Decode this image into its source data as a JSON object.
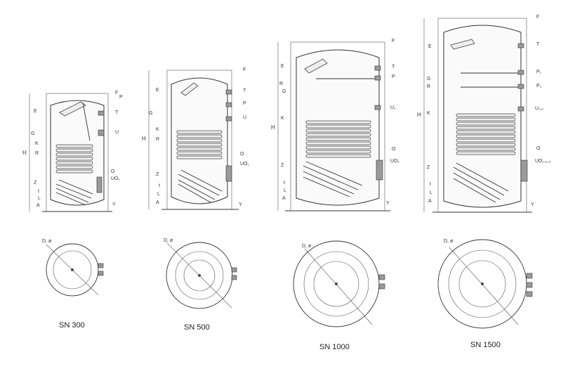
{
  "models": [
    {
      "caption": "SN 300",
      "side_labels": {
        "F": "F",
        "P": "P",
        "T": "T",
        "U": "U",
        "O": "O",
        "UO": "UO₁",
        "Y": "Y",
        "E": "E",
        "G": "G",
        "K": "K",
        "R": "R",
        "Z": "Z",
        "t": "t",
        "L": "L",
        "A": "A",
        "H": "H"
      },
      "plan_label": "D, ø"
    },
    {
      "caption": "SN 500",
      "side_labels": {
        "F": "F",
        "T": "T",
        "P": "P",
        "U": "U",
        "O": "O",
        "UO": "UO₁",
        "Y": "Y",
        "E": "E",
        "G": "G",
        "K": "K",
        "R": "R",
        "Z": "Z",
        "t": "t",
        "L": "L",
        "A": "A",
        "H": "H"
      },
      "plan_label": "D, ø"
    },
    {
      "caption": "SN 1000",
      "side_labels": {
        "F": "F",
        "T": "T",
        "P": "P",
        "U": "U₁",
        "O": "O",
        "UO": "UO₁",
        "Y": "Y",
        "E": "E",
        "R": "R",
        "G": "G",
        "K": "K",
        "Z": "Z",
        "t": "t",
        "L": "L",
        "A": "A",
        "H": "H"
      },
      "plan_label": "D, ø"
    },
    {
      "caption": "SN 1500",
      "side_labels": {
        "F": "F",
        "T": "T",
        "P1": "P₁",
        "P2": "P₂",
        "U": "U₁,₂",
        "O": "O",
        "UO": "UO₁,₂,₃",
        "Y": "Y",
        "E": "E",
        "G": "G",
        "R": "R",
        "K": "K",
        "Z": "Z",
        "t": "t",
        "L": "L",
        "A": "A",
        "H": "H"
      },
      "plan_label": "D, ø"
    }
  ]
}
